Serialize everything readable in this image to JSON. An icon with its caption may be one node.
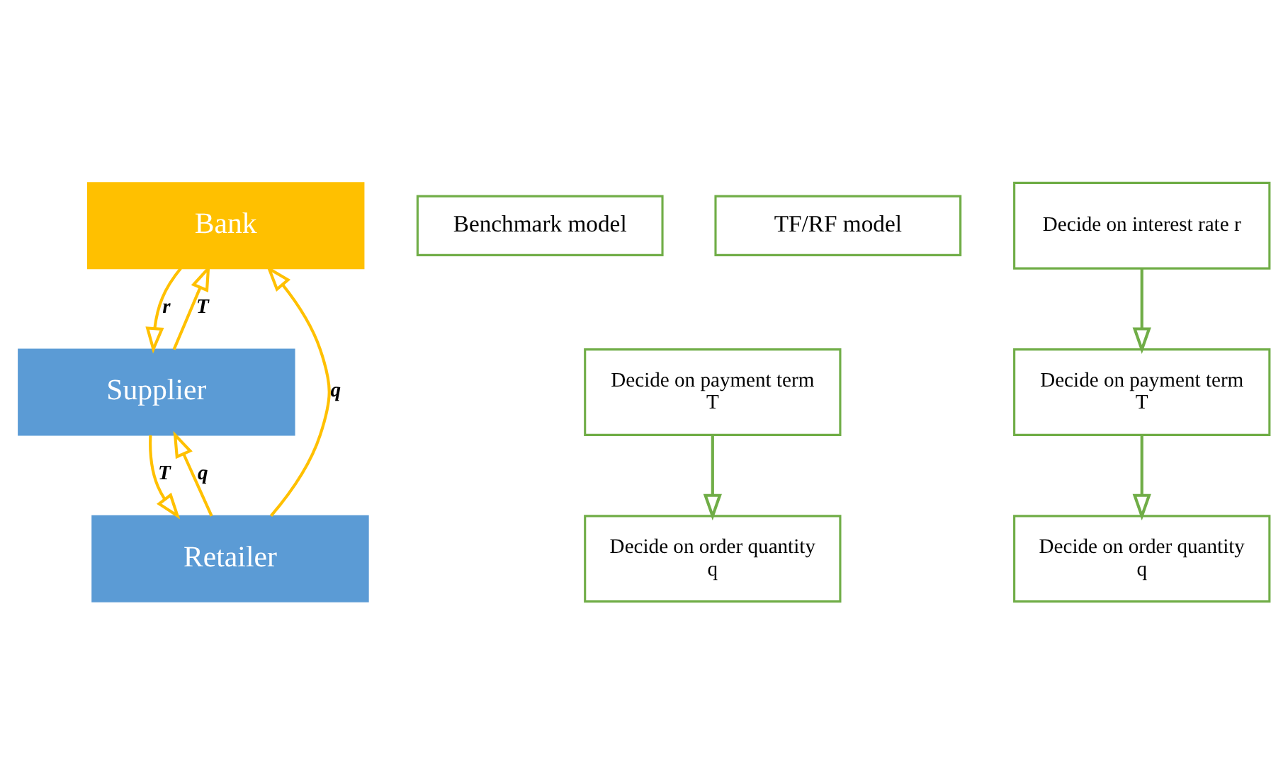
{
  "diagram": {
    "nodes": [
      {
        "text": [
          "Bank"
        ]
      },
      {
        "text": [
          "Supplier"
        ]
      },
      {
        "text": [
          "Retailer"
        ]
      },
      {
        "text": [
          "Benchmark model"
        ]
      },
      {
        "text": [
          "Decide on payment term",
          "T"
        ]
      },
      {
        "text": [
          "Decide on order quantity",
          "q"
        ]
      },
      {
        "text": [
          "TF/RF model"
        ]
      },
      {
        "text": [
          "Decide on interest rate r"
        ]
      },
      {
        "text": [
          "Decide on payment term",
          "T"
        ]
      },
      {
        "text": [
          "Decide on order quantity",
          "q"
        ]
      }
    ],
    "edges": [
      {
        "from": 0,
        "to": 1,
        "arrow": "to",
        "label": "r"
      },
      {
        "from": 1,
        "to": 0,
        "arrow": "to",
        "label": "T"
      },
      {
        "from": 1,
        "to": 2,
        "arrow": "to",
        "label": "T"
      },
      {
        "from": 2,
        "to": 1,
        "arrow": "to",
        "label": "q"
      },
      {
        "from": 2,
        "to": 0,
        "arrow": "to",
        "label": "q"
      },
      {
        "from": 4,
        "to": 5,
        "arrow": "to",
        "color": "#70ad47"
      },
      {
        "from": 7,
        "to": 8,
        "arrow": "to",
        "color": "#70ad47"
      },
      {
        "from": 8,
        "to": 9,
        "arrow": "to",
        "color": "#70ad47"
      }
    ]
  }
}
